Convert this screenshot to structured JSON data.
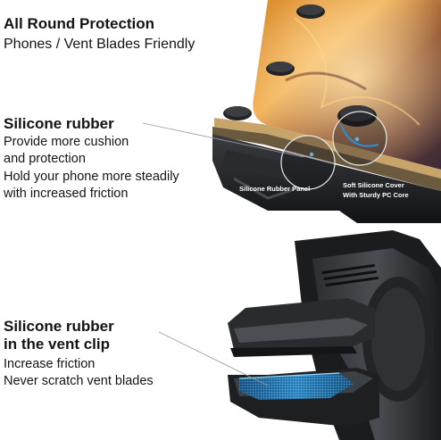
{
  "header": {
    "title": "All Round Protection",
    "subtitle": "Phones / Vent Blades Friendly"
  },
  "section_top": {
    "heading": "Silicone rubber",
    "line1": "Provide more cushion",
    "line2": "and protection",
    "line3": "Hold your phone more steadily",
    "line4": "with increased friction"
  },
  "callouts": {
    "left": "Silicone Rubber Panel",
    "right_line1": "Soft Silicone Cover",
    "right_line2": "With Sturdy PC Core"
  },
  "section_bottom": {
    "heading_line1": "Silicone rubber",
    "heading_line2": "in the vent clip",
    "line1": "Increase friction",
    "line2": "Never scratch vent blades"
  },
  "colors": {
    "text": "#141414",
    "accent_blue": "#2a8fd6",
    "dark_plastic": "#1c1d1f"
  }
}
